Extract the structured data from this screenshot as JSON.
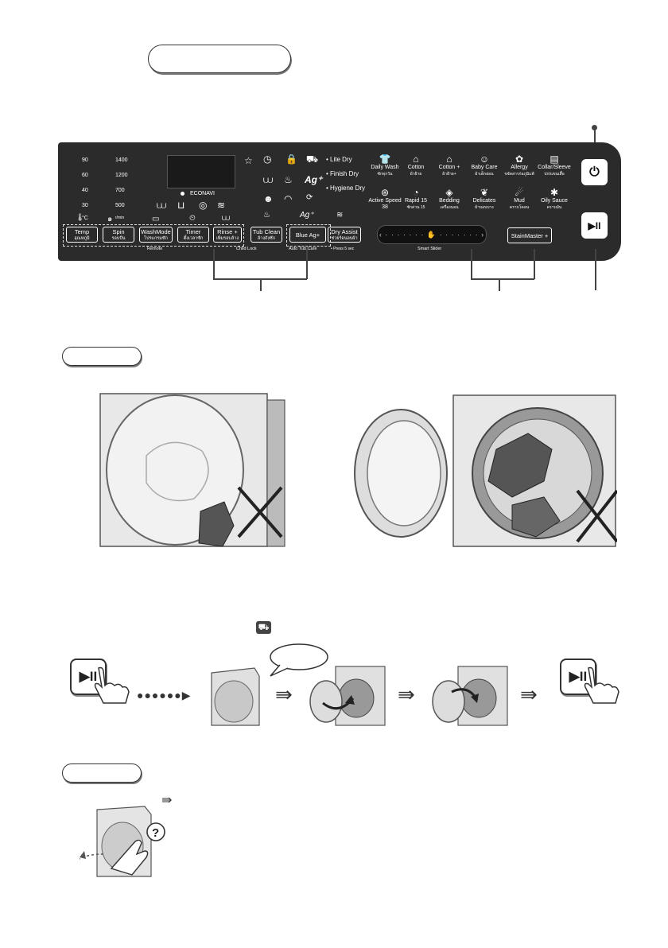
{
  "panel": {
    "temp_values": [
      "90",
      "60",
      "40",
      "30"
    ],
    "temp_unit": "°C",
    "spin_values": [
      "1400",
      "1200",
      "700",
      "500"
    ],
    "spin_unit": "r/min",
    "econavi": "ECONAVI",
    "dry_options": [
      "• Lite Dry",
      "• Finish Dry",
      "• Hygiene Dry"
    ],
    "buttons": [
      {
        "label": "Temp",
        "sub": "อุณหภูมิ"
      },
      {
        "label": "Spin",
        "sub": "รอบปั่น"
      },
      {
        "label": "WashMode",
        "sub": "โปรแกรมซัก"
      },
      {
        "label": "Timer",
        "sub": "ตั้งเวลาซัก"
      },
      {
        "label": "Rinse +",
        "sub": "เพิ่มรอบล้าง"
      },
      {
        "label": "Tub Clean",
        "sub": "ล้างถังซัก"
      },
      {
        "label": "Blue Ag+",
        "sub": ""
      },
      {
        "label": "Dry Assist",
        "sub": "ช่วยร้อนอบผ้า"
      }
    ],
    "remote_label": "Remote",
    "child_lock_label": "Child Lock",
    "auto_tub_care_label": "Auto Tub Care",
    "press_hint": "• Press 5 sec",
    "programs_row1": [
      {
        "label": "Daily Wash",
        "sub": "ซักทุกวัน"
      },
      {
        "label": "Cotton",
        "sub": "ผ้าฝ้าย"
      },
      {
        "label": "Cotton +",
        "sub": "ผ้าฝ้าย+"
      },
      {
        "label": "Baby Care",
        "sub": "ผ้าเด็กอ่อน"
      },
      {
        "label": "Allergy",
        "sub": "ขจัดสารก่อภูมิแพ้"
      },
      {
        "label": "Collar/Sleeve",
        "sub": "ปก/แขนเสื้อ"
      }
    ],
    "programs_row2": [
      {
        "label": "Active Speed 38",
        "sub": ""
      },
      {
        "label": "Rapid 15",
        "sub": "ซักด่วน 15"
      },
      {
        "label": "Bedding",
        "sub": "เครื่องนอน"
      },
      {
        "label": "Delicates",
        "sub": "ผ้าบอบบาง"
      },
      {
        "label": "Mud",
        "sub": "คราบโคลน"
      },
      {
        "label": "Oily Sauce",
        "sub": "คราบมัน"
      }
    ],
    "smart_slider_label": "Smart Slider",
    "stainmaster_label": "StainMaster +",
    "power_icon": "⏻",
    "start_pause_icon": "▶II"
  }
}
